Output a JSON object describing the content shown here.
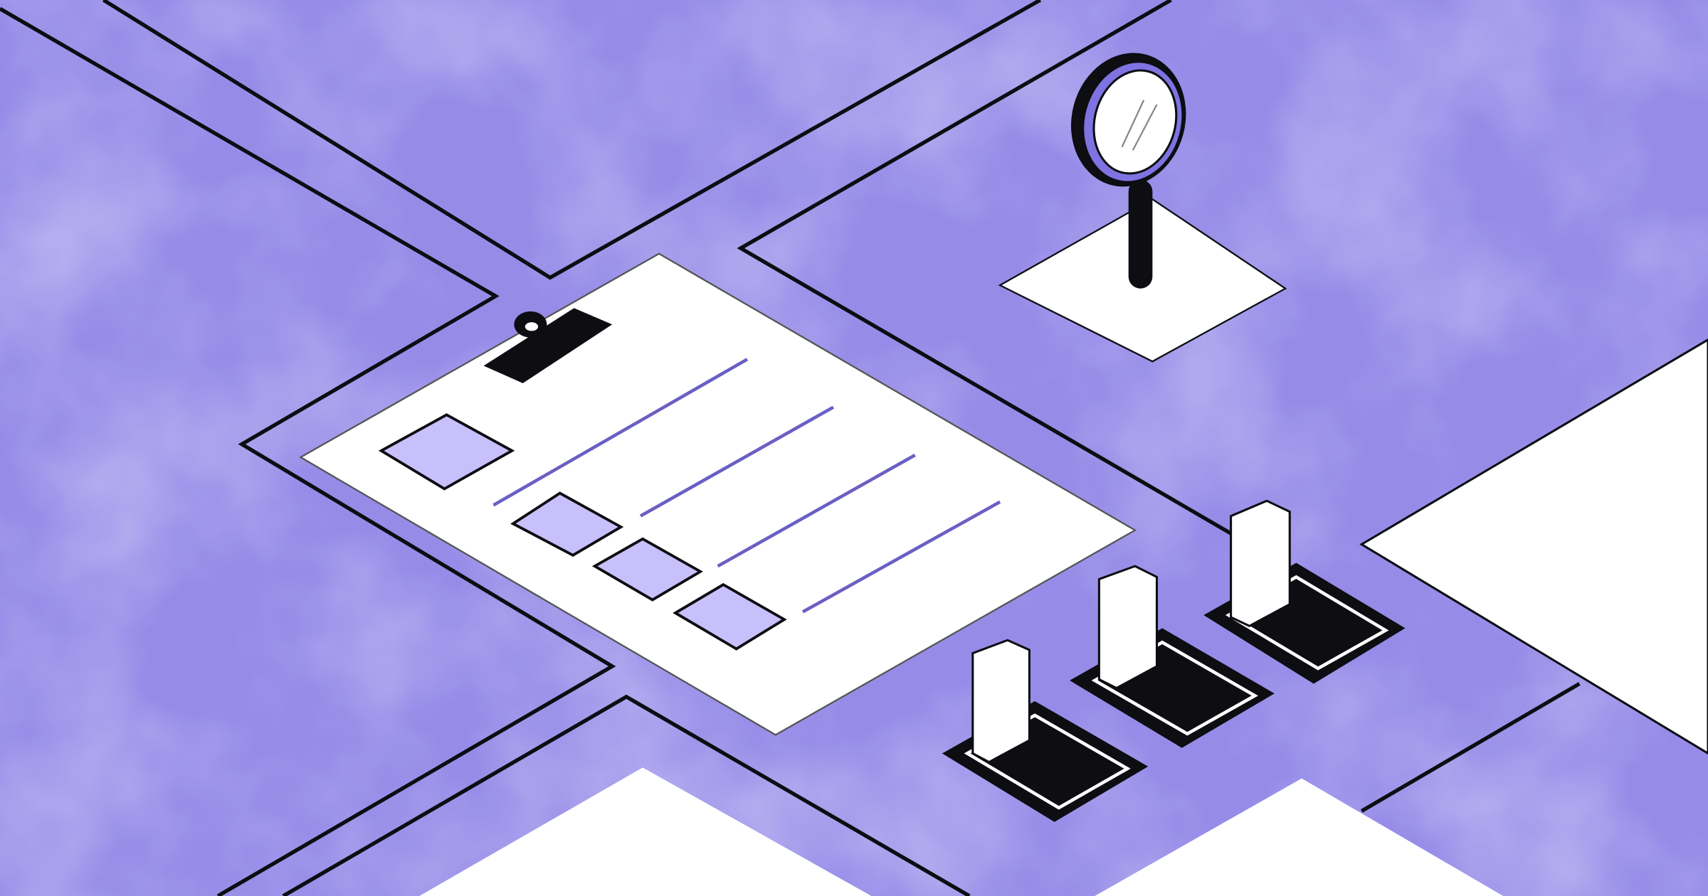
{
  "colors": {
    "background": "#968ce8",
    "background_light": "#b9b2f2",
    "ink": "#0d0d12",
    "paper": "#ffffff",
    "checkbox_fill": "#c8c0fb",
    "text_line": "#6a5fc4",
    "lens_ring": "#7e73e0"
  },
  "illustration": {
    "subjects": [
      "clipboard-checklist",
      "magnifying-glass",
      "bar-blocks"
    ],
    "checklist_rows": 4
  },
  "icons": [
    "clipboard-icon",
    "magnifying-glass-icon",
    "checkbox-icon"
  ]
}
